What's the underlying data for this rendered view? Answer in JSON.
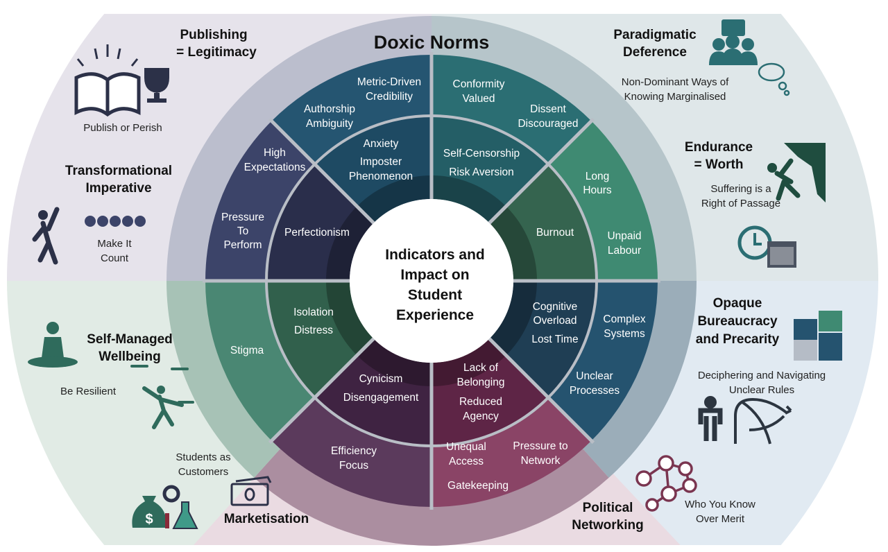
{
  "title": "Doxic Norms",
  "center": [
    "Indicators and",
    "Impact on",
    "Student",
    "Experience"
  ],
  "colors": {
    "divider": "#b9bec6",
    "sectors_outer": [
      "#2b6e73",
      "#3f8a72",
      "#25536f",
      "#8a4466",
      "#5b3a5c",
      "#4a8773",
      "#3c4469",
      "#255571"
    ],
    "sectors_inner": [
      "#245e66",
      "#35644f",
      "#1f3e54",
      "#5e2546",
      "#3f2342",
      "#31604c",
      "#2a2e4b",
      "#1e4a63"
    ],
    "ring": [
      "#b6c5ca",
      "#9badb9",
      "#ab8ea0",
      "#a7c2b6",
      "#bbbecd"
    ],
    "background": [
      "#e6e3eb",
      "#dfe7e9",
      "#e1ebe5",
      "#e1eaf2",
      "#eadbe2"
    ]
  },
  "sectors": {
    "metric": [
      "Metric-Driven",
      "Credibility"
    ],
    "authorship": [
      "Authorship",
      "Ambiguity"
    ],
    "conformity": [
      "Conformity",
      "Valued"
    ],
    "dissent": [
      "Dissent",
      "Discouraged"
    ],
    "anxiety": "Anxiety",
    "imposter": [
      "Imposter",
      "Phenomenon"
    ],
    "self_censorship": "Self-Censorship",
    "risk_aversion": "Risk Aversion",
    "high_expectations": [
      "High",
      "Expectations"
    ],
    "long_hours": [
      "Long",
      "Hours"
    ],
    "pressure_perform": [
      "Pressure",
      "To",
      "Perform"
    ],
    "perfectionism": "Perfectionism",
    "burnout": "Burnout",
    "unpaid_labour": [
      "Unpaid",
      "Labour"
    ],
    "cognitive_overload": [
      "Cognitive",
      "Overload"
    ],
    "lost_time": "Lost Time",
    "complex_systems": [
      "Complex",
      "Systems"
    ],
    "isolation": "Isolation",
    "distress": "Distress",
    "stigma": "Stigma",
    "unclear_processes": [
      "Unclear",
      "Processes"
    ],
    "cynicism": "Cynicism",
    "disengagement": "Disengagement",
    "lack_belonging": [
      "Lack of",
      "Belonging"
    ],
    "reduced_agency": [
      "Reduced",
      "Agency"
    ],
    "efficiency_focus": [
      "Efficiency",
      "Focus"
    ],
    "unequal_access": [
      "Unequal",
      "Access"
    ],
    "pressure_network": [
      "Pressure to",
      "Network"
    ],
    "gatekeeping": "Gatekeeping"
  },
  "themes": {
    "publishing": {
      "title": [
        "Publishing",
        "= Legitimacy"
      ],
      "caption": [
        "Publish or Perish"
      ],
      "icons": [
        "open-book-icon",
        "trophy-icon"
      ]
    },
    "transformational": {
      "title": [
        "Transformational",
        "Imperative"
      ],
      "caption": [
        "Make It",
        "Count"
      ],
      "icons": [
        "reaching-person-icon",
        "five-star-rating-icon"
      ]
    },
    "paradigmatic": {
      "title": [
        "Paradigmatic",
        "Deference"
      ],
      "caption": [
        "Non-Dominant Ways of",
        "Knowing Marginalised"
      ],
      "icons": [
        "group-thumbs-down-icon",
        "thought-bubble-icon"
      ]
    },
    "endurance": {
      "title": [
        "Endurance",
        "= Worth"
      ],
      "caption": [
        "Suffering is a",
        "Right of Passage"
      ],
      "icons": [
        "climber-icon",
        "clock-calendar-icon"
      ]
    },
    "bureaucracy": {
      "title": [
        "Opaque",
        "Bureaucracy",
        "and Precarity"
      ],
      "caption": [
        "Deciphering and Navigating",
        "Unclear Rules"
      ],
      "icons": [
        "puzzle-icon",
        "person-tangled-arrows-icon"
      ]
    },
    "wellbeing": {
      "title": [
        "Self-Managed",
        "Wellbeing"
      ],
      "caption": [
        "Be Resilient"
      ],
      "icons": [
        "meditation-icon",
        "juggling-person-icon"
      ]
    },
    "marketisation": {
      "title": [
        "Marketisation"
      ],
      "caption": [
        "Students as",
        "Customers"
      ],
      "icons": [
        "money-bag-gear-flask-icon",
        "banknote-icon"
      ]
    },
    "networking": {
      "title": [
        "Political",
        "Networking"
      ],
      "caption": [
        "Who You Know",
        "Over Merit"
      ],
      "icons": [
        "network-people-icon"
      ]
    }
  }
}
